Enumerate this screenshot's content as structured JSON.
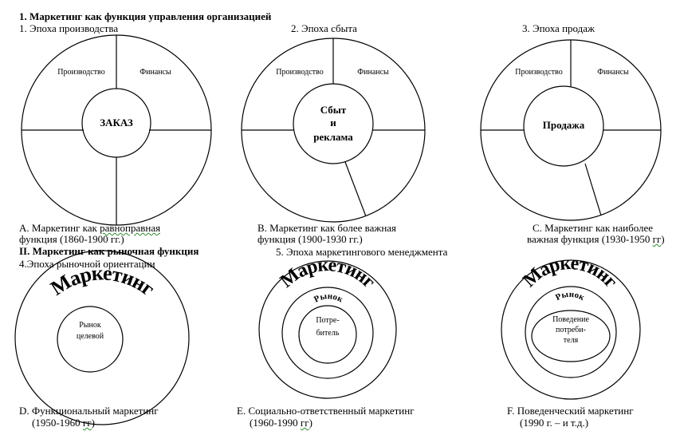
{
  "section1_title": "1.    Маркетинг как функция  управления организацией",
  "section2_title": "II. Маркетинг как рыночная  функция",
  "eras": {
    "production": "1. Эпоха производства",
    "sales": "2. Эпоха сбыта",
    "selling": "3. Эпоха продаж",
    "market_orientation": "4.Эпоха рыночной ориентации",
    "marketing_management": "5. Эпоха маркетингового менеджмента"
  },
  "diagrams": {
    "a": {
      "q1": "Производство",
      "q2": "Финансы",
      "center": "ЗАКАЗ",
      "caption1_pre": "А. Маркетинг как ",
      "caption1_sq": "равноправная",
      "caption2": "функция  (1860-1900 гг.)"
    },
    "b": {
      "q1": "Производство",
      "q2": "Финансы",
      "center_line1": "Сбыт",
      "center_line2": "и",
      "center_line3": "реклама",
      "caption1": "В. Маркетинг как более важная",
      "caption2": "функция  (1900-1930 гг.)"
    },
    "c": {
      "q1": "Производство",
      "q2": "Финансы",
      "center": "Продажа",
      "caption1": "С. Маркетинг как наиболее",
      "caption2_pre": "важная функция (1930-1950 ",
      "caption2_sq": "гг",
      "caption2_post": ")"
    },
    "d": {
      "ring": "Маркетинг",
      "center_line1": "Рынок",
      "center_line2": "целевой",
      "caption1": "D. Функциональный маркетинг",
      "caption2_pre": "(1950-1960 ",
      "caption2_sq": "гг",
      "caption2_post": ")"
    },
    "e": {
      "ring": "Маркетинг",
      "inner_ring": "Рынок",
      "center_line1": "Потре-",
      "center_line2": "битель",
      "caption1": "Е. Социально-ответственный маркетинг",
      "caption2_pre": "(1960-1990 ",
      "caption2_sq": "гг",
      "caption2_post": ")"
    },
    "f": {
      "ring": "Маркетинг",
      "inner_ring": "Рынок",
      "center_line1": "Поведение",
      "center_line2": "потреби-",
      "center_line3": "теля",
      "caption1": "F. Поведенческий маркетинг",
      "caption2": "(1990 г. – и т.д.)"
    }
  }
}
